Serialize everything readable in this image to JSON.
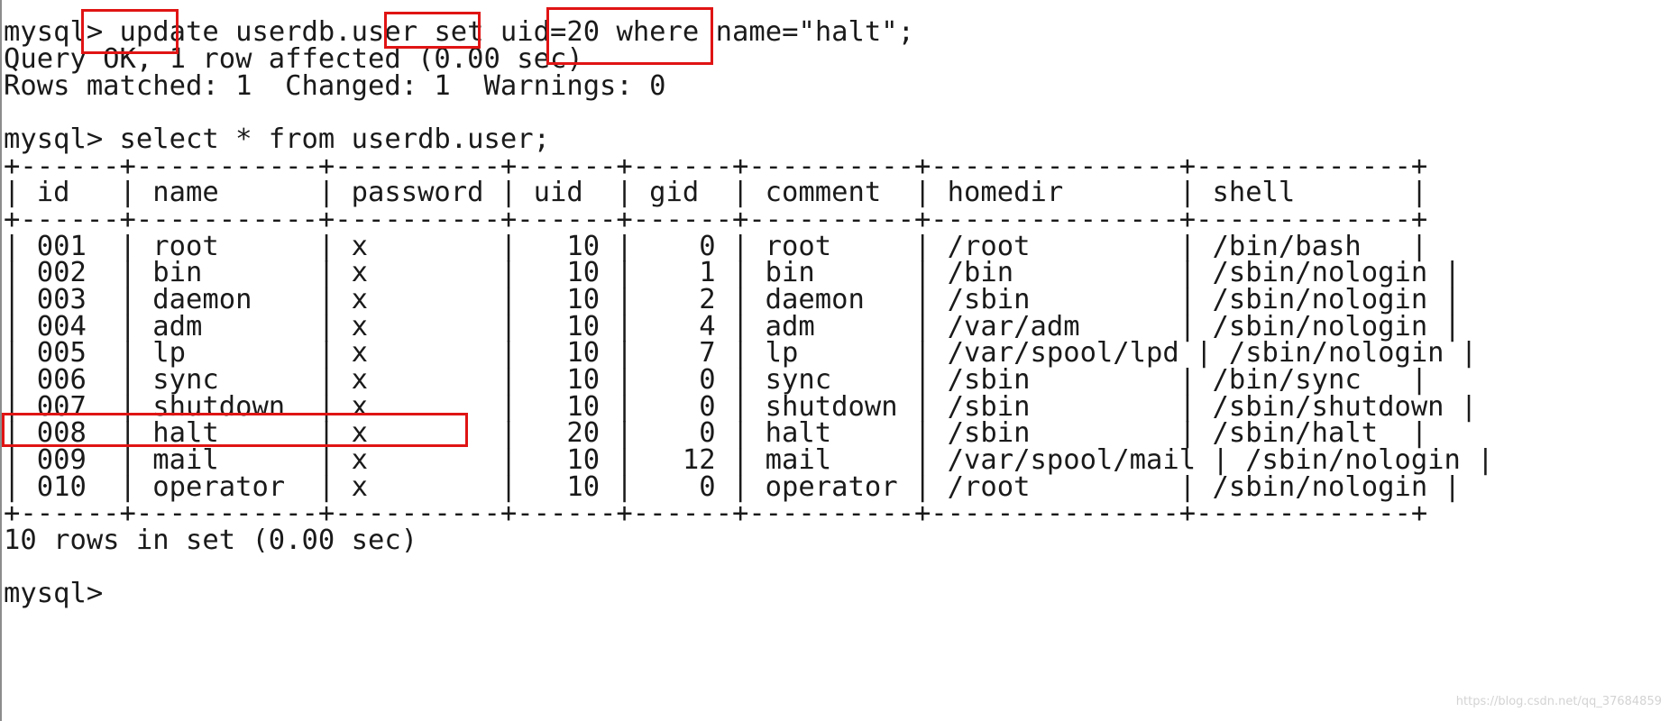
{
  "terminal": {
    "prompt": "mysql> ",
    "update_command": {
      "keyword_update": "update",
      "target_part": " userdb.user set ",
      "set_clause": "uid=20",
      "where_keyword": " where ",
      "condition": "name=\"halt\";"
    },
    "update_result": {
      "query_ok": "Query OK, 1 row affected (0.00 sec)",
      "rows_matched": "Rows matched: 1  Changed: 1  Warnings: 0"
    },
    "select_command": "select * from userdb.user;",
    "table": {
      "border": "+------+-----------+----------+------+------+----------+---------------+-------------+",
      "header": "| id   | name      | password | uid  | gid  | comment  | homedir       | shell       |",
      "columns": [
        "id",
        "name",
        "password",
        "uid",
        "gid",
        "comment",
        "homedir",
        "shell"
      ],
      "rows": [
        {
          "text": "| 001  | root      | x        |   10 |    0 | root     | /root         | /bin/bash   |",
          "id": "001",
          "name": "root",
          "password": "x",
          "uid": "10",
          "gid": "0",
          "comment": "root",
          "homedir": "/root",
          "shell": "/bin/bash"
        },
        {
          "text": "| 002  | bin       | x        |   10 |    1 | bin      | /bin          | /sbin/nologin |",
          "id": "002",
          "name": "bin",
          "password": "x",
          "uid": "10",
          "gid": "1",
          "comment": "bin",
          "homedir": "/bin",
          "shell": "/sbin/nologin"
        },
        {
          "text": "| 003  | daemon    | x        |   10 |    2 | daemon   | /sbin         | /sbin/nologin |",
          "id": "003",
          "name": "daemon",
          "password": "x",
          "uid": "10",
          "gid": "2",
          "comment": "daemon",
          "homedir": "/sbin",
          "shell": "/sbin/nologin"
        },
        {
          "text": "| 004  | adm       | x        |   10 |    4 | adm      | /var/adm      | /sbin/nologin |",
          "id": "004",
          "name": "adm",
          "password": "x",
          "uid": "10",
          "gid": "4",
          "comment": "adm",
          "homedir": "/var/adm",
          "shell": "/sbin/nologin"
        },
        {
          "text": "| 005  | lp        | x        |   10 |    7 | lp       | /var/spool/lpd | /sbin/nologin |",
          "id": "005",
          "name": "lp",
          "password": "x",
          "uid": "10",
          "gid": "7",
          "comment": "lp",
          "homedir": "/var/spool/lpd",
          "shell": "/sbin/nologin"
        },
        {
          "text": "| 006  | sync      | x        |   10 |    0 | sync     | /sbin         | /bin/sync   |",
          "id": "006",
          "name": "sync",
          "password": "x",
          "uid": "10",
          "gid": "0",
          "comment": "sync",
          "homedir": "/sbin",
          "shell": "/bin/sync"
        },
        {
          "text": "| 007  | shutdown  | x        |   10 |    0 | shutdown | /sbin         | /sbin/shutdown |",
          "id": "007",
          "name": "shutdown",
          "password": "x",
          "uid": "10",
          "gid": "0",
          "comment": "shutdown",
          "homedir": "/sbin",
          "shell": "/sbin/shutdown"
        },
        {
          "text": "| 008  | halt      | x        |   20 |    0 | halt     | /sbin         | /sbin/halt  |",
          "id": "008",
          "name": "halt",
          "password": "x",
          "uid": "20",
          "gid": "0",
          "comment": "halt",
          "homedir": "/sbin",
          "shell": "/sbin/halt"
        },
        {
          "text": "| 009  | mail      | x        |   10 |   12 | mail     | /var/spool/mail | /sbin/nologin |",
          "id": "009",
          "name": "mail",
          "password": "x",
          "uid": "10",
          "gid": "12",
          "comment": "mail",
          "homedir": "/var/spool/mail",
          "shell": "/sbin/nologin"
        },
        {
          "text": "| 010  | operator  | x        |   10 |    0 | operator | /root         | /sbin/nologin |",
          "id": "010",
          "name": "operator",
          "password": "x",
          "uid": "10",
          "gid": "0",
          "comment": "operator",
          "homedir": "/root",
          "shell": "/sbin/nologin"
        }
      ]
    },
    "select_result": "10 rows in set (0.00 sec)",
    "final_prompt": "mysql>"
  },
  "watermark": "https://blog.csdn.net/qq_37684859",
  "colors": {
    "highlight": "#e01414",
    "text": "#1a1a1a",
    "background": "#ffffff"
  }
}
